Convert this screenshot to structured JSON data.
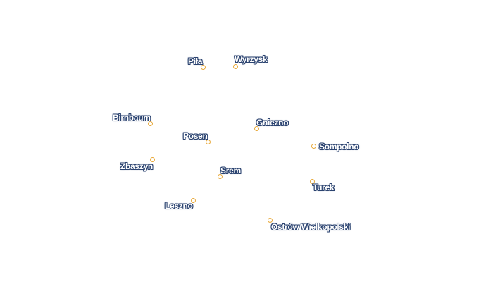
{
  "map": {
    "marker_color": "#e8a93a",
    "label_text_color": "#ffffff",
    "label_outline_color": "#2b4370",
    "places": [
      {
        "name": "Piła"
      },
      {
        "name": "Wyrzysk"
      },
      {
        "name": "Birnbaum"
      },
      {
        "name": "Posen"
      },
      {
        "name": "Gniezno"
      },
      {
        "name": "Sompolno"
      },
      {
        "name": "Zbaszyn"
      },
      {
        "name": "Srem"
      },
      {
        "name": "Turek"
      },
      {
        "name": "Leszno"
      },
      {
        "name": "Ostrów Wielkopolski"
      }
    ]
  }
}
